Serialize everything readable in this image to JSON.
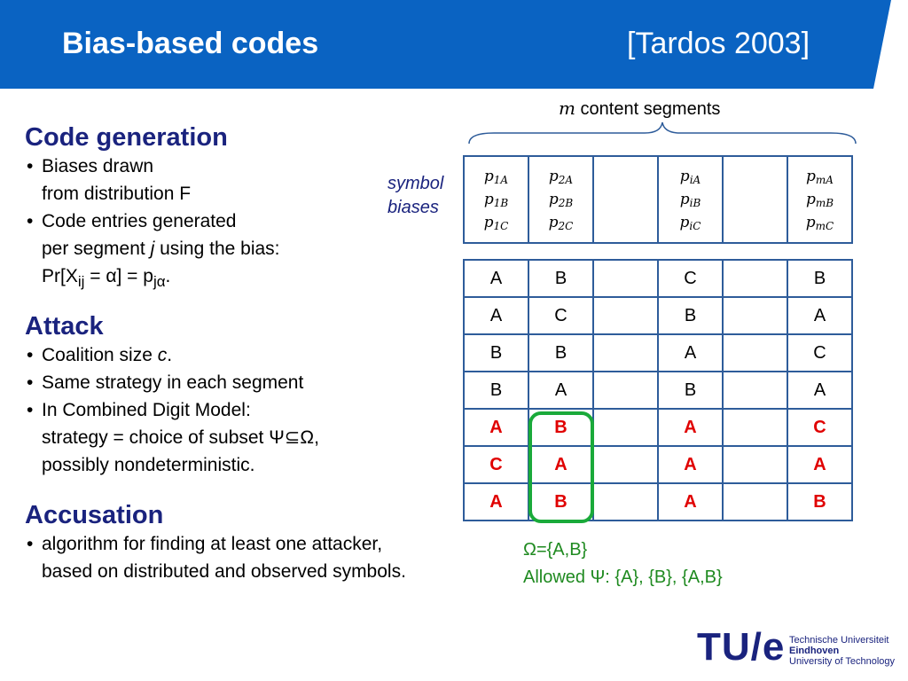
{
  "header": {
    "title": "Bias-based codes",
    "citation": "[Tardos 2003]",
    "color": "#0a63c2"
  },
  "left": {
    "code_generation": {
      "title": "Code generation",
      "b1_line1": "Biases drawn",
      "b1_line2": "from distribution F",
      "b2_line1": "Code entries generated",
      "b2_line2_pre": "per segment ",
      "b2_line2_var": "j",
      "b2_line2_post": " using the bias:",
      "b2_line3_pre": "Pr[X",
      "b2_line3_sub1": "ij",
      "b2_line3_mid": " = α] = p",
      "b2_line3_sub2": "jα",
      "b2_line3_post": "."
    },
    "attack": {
      "title": "Attack",
      "b1_pre": "Coalition size ",
      "b1_var": "c",
      "b1_post": ".",
      "b2": "Same strategy in each segment",
      "b3_line1": "In Combined Digit Model:",
      "b3_line2": "strategy = choice of subset Ψ⊆Ω,",
      "b3_line3": "possibly nondeterministic."
    },
    "accusation": {
      "title": "Accusation",
      "b1_line1": "algorithm for finding at least one attacker,",
      "b1_line2": "based on distributed and observed symbols."
    }
  },
  "right": {
    "m_var": "m",
    "m_text": " content segments",
    "symbol_biases_line1": "symbol",
    "symbol_biases_line2": "biases",
    "bias_columns": [
      {
        "a": "p1A",
        "b": "p1B",
        "c": "p1C"
      },
      {
        "a": "p2A",
        "b": "p2B",
        "c": "p2C"
      },
      {
        "a": "",
        "b": "",
        "c": ""
      },
      {
        "a": "piA",
        "b": "piB",
        "c": "piC"
      },
      {
        "a": "",
        "b": "",
        "c": ""
      },
      {
        "a": "pmA",
        "b": "pmB",
        "c": "pmC"
      }
    ],
    "code_rows": [
      [
        "A",
        "B",
        "",
        "C",
        "",
        "B"
      ],
      [
        "A",
        "C",
        "",
        "B",
        "",
        "A"
      ],
      [
        "B",
        "B",
        "",
        "A",
        "",
        "C"
      ],
      [
        "B",
        "A",
        "",
        "B",
        "",
        "A"
      ],
      [
        "A",
        "B",
        "",
        "A",
        "",
        "C"
      ],
      [
        "C",
        "A",
        "",
        "A",
        "",
        "A"
      ],
      [
        "A",
        "B",
        "",
        "A",
        "",
        "B"
      ]
    ],
    "omega_line": "Ω={A,B}",
    "allowed_line": "Allowed Ψ: {A},  {B},   {A,B}",
    "highlight_color": "#1aaa3a",
    "attacker_color": "#e00000"
  },
  "logo": {
    "mark": "TU/e",
    "line1": "Technische Universiteit",
    "line2": "Eindhoven",
    "line3": "University of Technology"
  }
}
